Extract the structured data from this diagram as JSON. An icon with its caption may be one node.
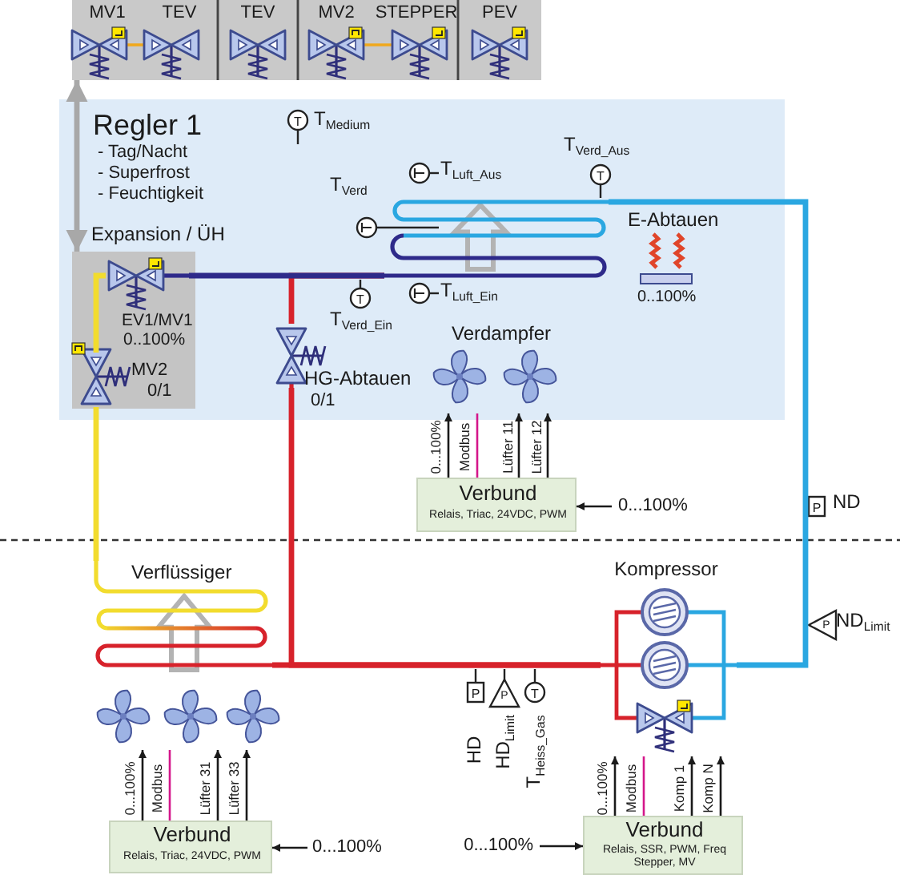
{
  "diagram": {
    "nodes": [
      {
        "text": [
          "MV1",
          "TEV"
        ]
      },
      {
        "text": [
          "TEV"
        ]
      },
      {
        "text": [
          "MV2",
          "STEPPER"
        ]
      },
      {
        "text": [
          "PEV"
        ]
      },
      {
        "text": [
          "Regler 1",
          "- Tag/Nacht",
          "- Superfrost",
          "- Feuchtigkeit"
        ]
      },
      {
        "text": [
          "Expansion / ÜH"
        ],
        "in": 4
      },
      {
        "text": [
          "EV1/MV1",
          "0..100%"
        ],
        "in": 5
      },
      {
        "text": [
          "MV2",
          "0/1"
        ],
        "in": 5
      },
      {
        "text": [
          "HG-Abtauen",
          "0/1"
        ],
        "in": 4
      },
      {
        "text": [
          "E-Abtauen",
          "0..100%"
        ],
        "in": 4
      },
      {
        "text": [
          "Verdampfer"
        ],
        "in": 4
      },
      {
        "text": [
          "Verbund",
          "Relais, Triac, 24VDC, PWM"
        ]
      },
      {
        "text": [
          "Verflüssiger"
        ]
      },
      {
        "text": [],
        "shape": "fan"
      },
      {
        "text": [
          "Verbund",
          "Relais, Triac, 24VDC, PWM"
        ]
      },
      {
        "text": [
          "Kompressor"
        ]
      },
      {
        "text": [
          "Verbund",
          "Relais, SSR, PWM, Freq Stepper, MV"
        ]
      },
      {
        "text": [],
        "shape": "coil",
        "in": 4
      }
    ],
    "edges": [
      {
        "from": 0,
        "to": 5,
        "arrow": "both",
        "style": "thick",
        "color": "#a8a8a8"
      },
      {
        "from": 12,
        "to": 7,
        "arrow": "none",
        "style": "thick",
        "color": "#f2dc2e"
      },
      {
        "from": 7,
        "to": 6,
        "arrow": "none",
        "style": "thick",
        "color": "#f2dc2e"
      },
      {
        "from": 6,
        "to": 17,
        "arrow": "none",
        "style": "thick",
        "color": "#2e2a8a"
      },
      {
        "from": 17,
        "to": 15,
        "arrow": "none",
        "style": "thick",
        "color": "#2aa7e1"
      },
      {
        "from": 15,
        "to": 12,
        "arrow": "none",
        "style": "thick",
        "color": "#d7222b"
      },
      {
        "from": 15,
        "to": 8,
        "arrow": "none",
        "style": "thick",
        "color": "#d7222b"
      },
      {
        "from": 8,
        "to": 17,
        "arrow": "none",
        "style": "thick",
        "color": "#d7222b"
      },
      {
        "from": 11,
        "to": 10,
        "arrow": "to",
        "label": "0...100%"
      },
      {
        "from": 11,
        "to": 10,
        "arrow": "none",
        "label": "Modbus",
        "color": "#d4168a"
      },
      {
        "from": 11,
        "to": 10,
        "arrow": "to",
        "label": "Lüfter 11"
      },
      {
        "from": 11,
        "to": 10,
        "arrow": "to",
        "label": "Lüfter 12"
      },
      {
        "from": null,
        "to": 11,
        "arrow": "to",
        "label": "0...100%"
      },
      {
        "from": 14,
        "to": 13,
        "arrow": "to",
        "label": "0...100%"
      },
      {
        "from": 14,
        "to": 13,
        "arrow": "none",
        "label": "Modbus",
        "color": "#d4168a"
      },
      {
        "from": 14,
        "to": 13,
        "arrow": "to",
        "label": "Lüfter 31"
      },
      {
        "from": 14,
        "to": 13,
        "arrow": "to",
        "label": "Lüfter 33"
      },
      {
        "from": null,
        "to": 14,
        "arrow": "to",
        "label": "0...100%"
      },
      {
        "from": 16,
        "to": 15,
        "arrow": "to",
        "label": "0...100%"
      },
      {
        "from": 16,
        "to": 15,
        "arrow": "none",
        "label": "Modbus",
        "color": "#d4168a"
      },
      {
        "from": 16,
        "to": 15,
        "arrow": "to",
        "label": "Komp 1"
      },
      {
        "from": 16,
        "to": 15,
        "arrow": "to",
        "label": "Komp N"
      },
      {
        "from": null,
        "to": 16,
        "arrow": "to",
        "label": "0...100%"
      }
    ],
    "labels": [
      "T",
      "T$_{Medium}$",
      "T$_{Verd_Aus}$",
      "T",
      "T$_{Luft_Aus}$",
      "T$_{Verd}$",
      "T$_{Luft_Ein}$",
      "T",
      "T$_{Verd_Ein}$",
      "P",
      "ND",
      "P",
      "ND$_{Limit}$",
      "P",
      "P",
      "T",
      "HD",
      "HD$_{Limit}$",
      "T$_{Heiss_Gas}$"
    ]
  }
}
